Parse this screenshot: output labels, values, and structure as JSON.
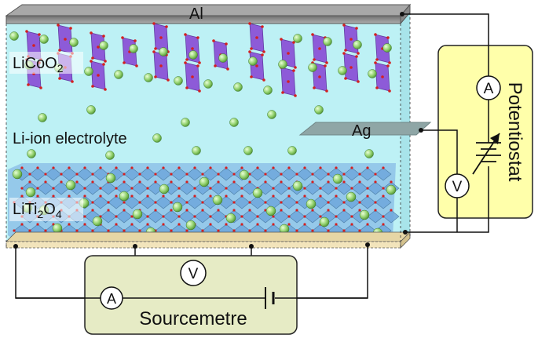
{
  "labels": {
    "top_electrode": "Al",
    "cathode": "LiCoO",
    "cathode_sub": "2",
    "electrolyte": "Li-ion electrolyte",
    "anode": "LiTi",
    "anode_sub1": "2",
    "anode_mid": "O",
    "anode_sub2": "4",
    "reference_electrode": "Ag",
    "potentiostat": "Potentiostat",
    "sourcemetre": "Sourcemetre",
    "ammeter_symbol": "A",
    "voltmeter_symbol": "V"
  },
  "colors": {
    "electrolyte": "#bdf1f5",
    "cathode_octahedra": "#8a4fd6",
    "anode_octahedra": "#6fa8dc",
    "lithium": "#8fcf6a",
    "oxygen": "#d42020",
    "instrument_fill": "#ffffaa",
    "sourcemetre_fill": "#e6ebc5",
    "foil_grey": "#9a9a9a",
    "foil_tan": "#e6d6a5",
    "reference_grey": "#8fa6a6"
  }
}
